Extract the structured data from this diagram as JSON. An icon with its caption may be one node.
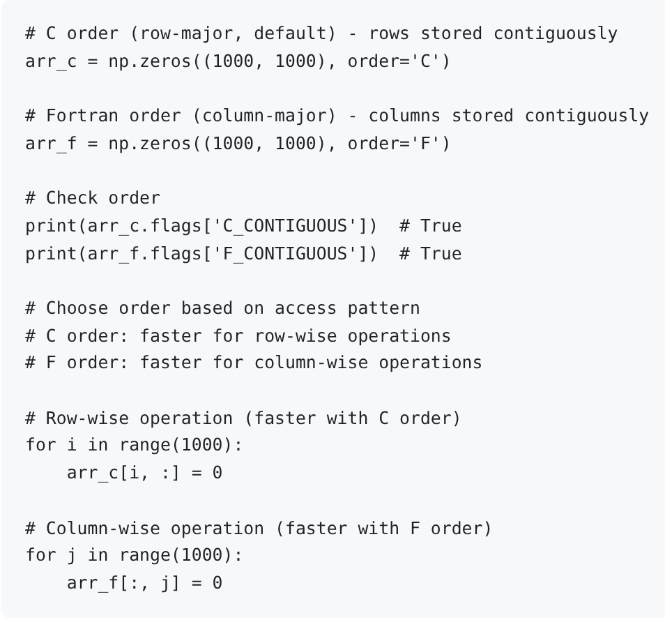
{
  "diagram": {
    "labels": [
      "# C order (row-major, default) - rows stored contiguously",
      "arr_c = np.zeros((1000, 1000), order='C')",
      "# Fortran order (column-major) - columns stored contiguously",
      "arr_f = np.zeros((1000, 1000), order='F')",
      "# Check order",
      "print(arr_c.flags['C_CONTIGUOUS'])  # True",
      "print(arr_f.flags['F_CONTIGUOUS'])  # True",
      "# Choose order based on access pattern",
      "# C order: faster for row-wise operations",
      "# F order: faster for column-wise operations",
      "# Row-wise operation (faster with C order)",
      "for i in range(1000):",
      "    arr_c[i, :] = 0",
      "# Column-wise operation (faster with F order)",
      "for j in range(1000):",
      "    arr_f[:, j] = 0"
    ]
  }
}
